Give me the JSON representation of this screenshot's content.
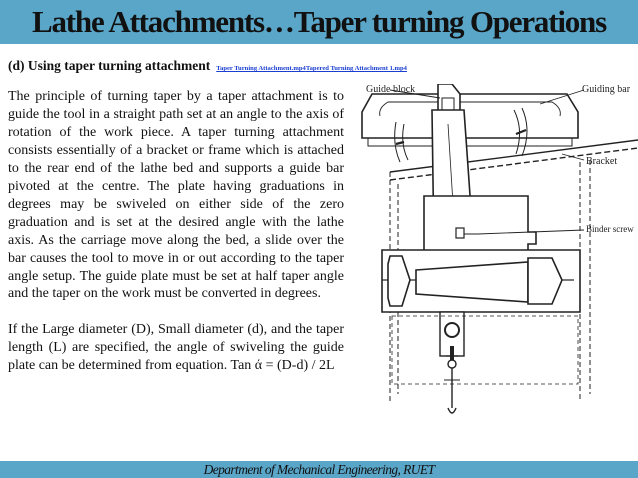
{
  "slide": {
    "title": "Lathe Attachments…Taper turning Operations",
    "subtitle": "(d) Using taper turning attachment",
    "video_links": [
      "Taper Turning Attachment.mp4",
      "Tapered Turning Attachment 1.mp4"
    ],
    "paragraphs": [
      "The principle of turning taper by a taper attachment is to guide the tool in a straight path set at an angle to the axis of rotation of the work piece. A taper turning attachment consists essentially of a bracket or frame which is attached to the rear end of the lathe bed and supports a guide bar pivoted at the centre. The plate having graduations in degrees may be swiveled on either side of the zero graduation and is set at the desired angle with the lathe axis. As the carriage move along the bed, a slide over the bar causes the tool to move in or out according to the taper angle setup. The guide plate must be set at half taper angle and the taper on the work must be converted in degrees.",
      "If the Large diameter (D), Small diameter (d), and the taper length (L) are specified, the angle of swiveling the guide plate can be determined from equation. Tan ά = (D-d) / 2L"
    ],
    "footer": "Department of Mechanical Engineering, RUET"
  },
  "diagram": {
    "labels": {
      "guide_block": "Guide block",
      "guiding_bar": "Guiding bar",
      "bracket": "Bracket",
      "binder_screw": "Binder screw"
    }
  },
  "colors": {
    "title_bar": "#5aa6c9",
    "footer_bar": "#5aa6c9",
    "link": "#1a3ed0",
    "text": "#111111"
  }
}
